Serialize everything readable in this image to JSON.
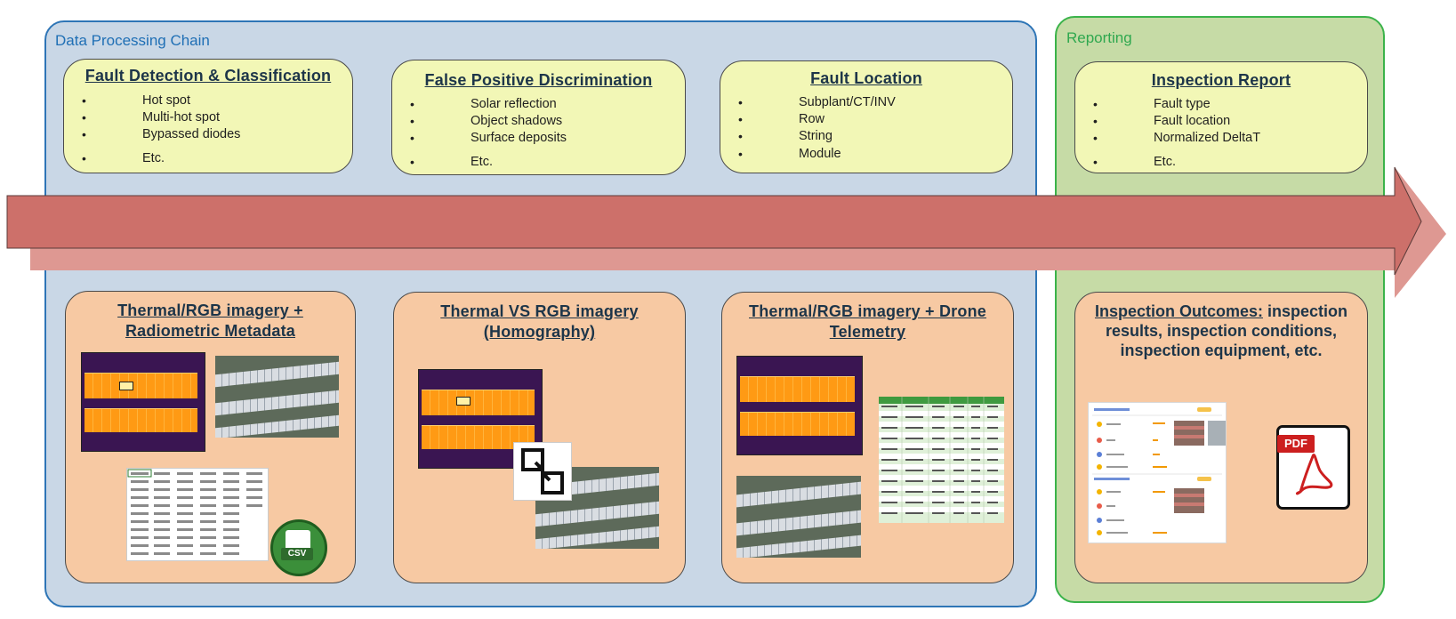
{
  "main_panel": {
    "title": "Data Processing Chain"
  },
  "report_panel": {
    "title": "Reporting"
  },
  "top_cards": [
    {
      "title": "Fault Detection & Classification",
      "items": [
        "Hot spot",
        "Multi-hot spot",
        "Bypassed diodes",
        "Etc."
      ]
    },
    {
      "title": "False Positive Discrimination",
      "items": [
        "Solar reflection",
        "Object shadows",
        "Surface deposits",
        "Etc."
      ]
    },
    {
      "title": "Fault Location",
      "items": [
        "Subplant/CT/INV",
        "Row",
        "String",
        "Module"
      ]
    },
    {
      "title": "Inspection Report",
      "items": [
        "Fault type",
        "Fault location",
        "Normalized DeltaT",
        "Etc."
      ]
    }
  ],
  "bottom_cards": [
    {
      "title": "Thermal/RGB imagery + Radiometric Metadata"
    },
    {
      "title": "Thermal VS RGB imagery (Homography)"
    },
    {
      "title": "Thermal/RGB imagery + Drone Telemetry"
    },
    {
      "title_underlined": "Inspection Outcomes:",
      "title_rest": " inspection results, inspection conditions, inspection equipment, etc."
    }
  ],
  "icons": {
    "csv_label": "CSV",
    "pdf_label": "PDF"
  },
  "colors": {
    "main_panel_bg": "#c9d7e6",
    "main_panel_border": "#2e75b6",
    "report_panel_bg": "#c6dba6",
    "report_panel_border": "#3bb34a",
    "top_card_bg": "#f2f7b6",
    "bottom_card_bg": "#f7c9a3",
    "arrow_front": "#cd706a",
    "arrow_back": "#de9892"
  }
}
